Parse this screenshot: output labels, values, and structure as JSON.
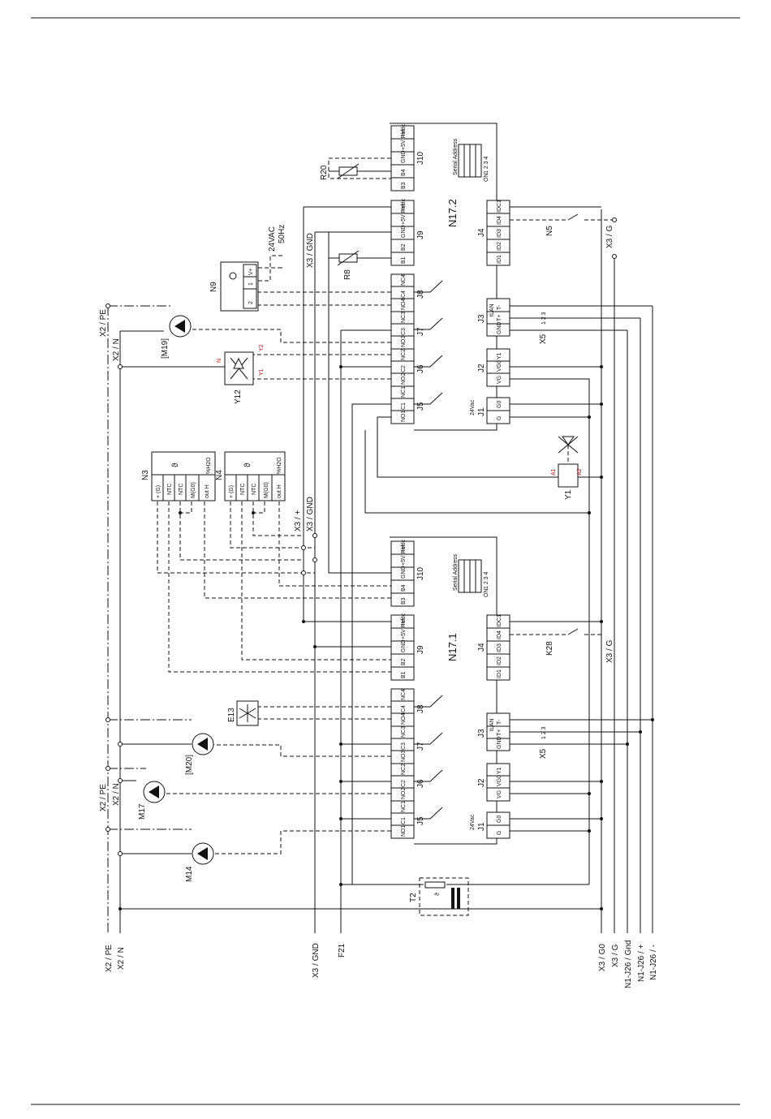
{
  "modules": [
    {
      "id": "N17.2",
      "label": "N17.2",
      "serial": "Serial Address",
      "on": "ON",
      "dip": "1 2 3 4"
    },
    {
      "id": "N17.1",
      "label": "N17.1",
      "serial": "Serial Address",
      "on": "ON",
      "dip": "1 2 3 4"
    }
  ],
  "connectors": {
    "J10": {
      "name": "J10",
      "pins": [
        "+Vdc",
        "+5V Ref",
        "GND",
        "B4",
        "B3"
      ]
    },
    "J9": {
      "name": "J9",
      "pins": [
        "+Vdc",
        "+5V Ref",
        "GND",
        "B2",
        "B1"
      ]
    },
    "J8": {
      "name": "J8",
      "pins": [
        "NC4",
        "C4",
        "NO4"
      ]
    },
    "J7": {
      "name": "J7",
      "pins": [
        "NC3",
        "C3",
        "NO3"
      ]
    },
    "J6": {
      "name": "J6",
      "pins": [
        "NC2",
        "C2",
        "NO2"
      ]
    },
    "J5": {
      "name": "J5",
      "pins": [
        "NC1",
        "C1",
        "NO1"
      ]
    },
    "J4": {
      "name": "J4",
      "pins": [
        "IDC1",
        "ID4",
        "ID3",
        "ID2",
        "ID1"
      ]
    },
    "J3": {
      "name": "J3",
      "pins": [
        "T-",
        "T+",
        "GND"
      ],
      "tag": "tLAN"
    },
    "J2": {
      "name": "J2",
      "pins": [
        "Y1",
        "VG0",
        "VG"
      ]
    },
    "J1": {
      "name": "J1",
      "pins": [
        "G0",
        "G"
      ],
      "tag": "24Vac"
    }
  },
  "components": {
    "R20": "R20",
    "R8": "R8",
    "N9": "N9",
    "N9_pins": [
      "V+",
      "1",
      "2"
    ],
    "supply_1": "24VAC",
    "supply_2": "50Hz",
    "M19": "[M19]",
    "M20": "[M20]",
    "M17": "M17",
    "M14": "M14",
    "Y12": "Y12",
    "Y12_n": "N",
    "Y12_y2": "Y2",
    "Y12_y1": "Y1",
    "Y1": "Y1",
    "Y1_a1": "A1",
    "Y1_a2": "A2",
    "N3": "N3",
    "N4": "N4",
    "sensor_pins": [
      "+ (G)",
      "NTC",
      "NTC",
      "M(G0)",
      "out H"
    ],
    "sensor_tag": "%H2O",
    "sensor_sym": "ϑ",
    "E13": "E13",
    "T2": "T2",
    "T2_sym": "ϑ",
    "N5": "N5",
    "K28": "K28",
    "X5": "X5",
    "x5_pins": "1   2   3"
  },
  "wire_labels": {
    "x2pe": "X2 / PE",
    "x2n": "X2 / N",
    "x3gnd": "X3 / GND",
    "x3plus": "X3 / +",
    "x3g": "X3 / G",
    "x3g0": "X3 / G0",
    "f21": "F21",
    "n1gnd": "N1-J26 / Gnd",
    "n1plus": "N1-J26 / +",
    "n1minus": "N1-J26 / -"
  }
}
